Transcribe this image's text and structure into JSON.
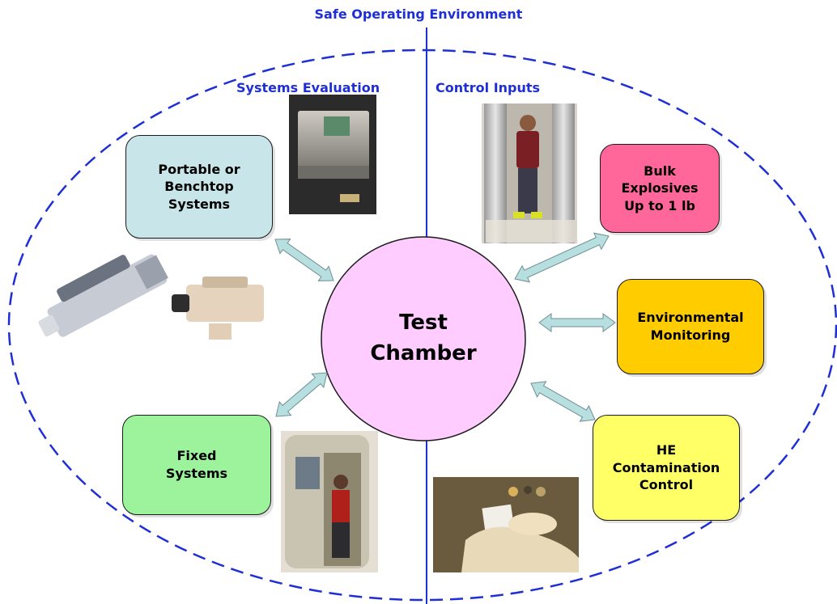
{
  "title": "Safe Operating Environment",
  "sections": {
    "left": "Systems Evaluation",
    "right": "Control Inputs"
  },
  "center": {
    "label": "Test\nChamber",
    "color": "#ffccff"
  },
  "boxes": {
    "portable": {
      "label": "Portable or\nBenchtop\nSystems",
      "color": "#c8e6ea"
    },
    "fixed": {
      "label": "Fixed\nSystems",
      "color": "#9cf39c"
    },
    "bulk": {
      "label": "Bulk\nExplosives\nUp to 1 lb",
      "color": "#ff6699"
    },
    "environmental": {
      "label": "Environmental\nMonitoring",
      "color": "#ffcc00"
    },
    "he": {
      "label": "HE\nContamination\nControl",
      "color": "#ffff66"
    }
  },
  "colors": {
    "accent": "#1f2fd6",
    "arrow": "#b7dfe0"
  }
}
